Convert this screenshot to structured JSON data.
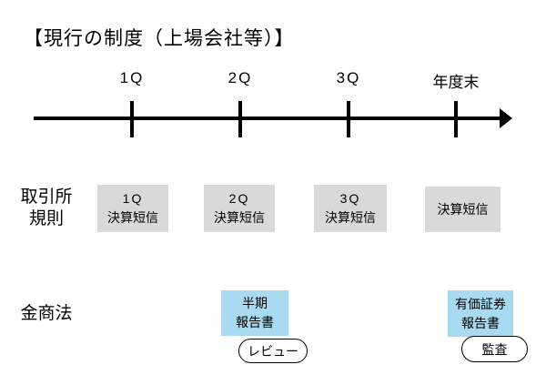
{
  "title": "【現行の制度（上場会社等）】",
  "timeline": {
    "labels": [
      "1Q",
      "2Q",
      "3Q",
      "年度末"
    ]
  },
  "rows": {
    "exchange": {
      "label_lines": [
        "取引所",
        "規則"
      ],
      "boxes": [
        {
          "line1": "1Q",
          "line2": "決算短信"
        },
        {
          "line1": "2Q",
          "line2": "決算短信"
        },
        {
          "line1": "3Q",
          "line2": "決算短信"
        },
        {
          "line1": "決算短信"
        }
      ]
    },
    "fsa": {
      "label": "金商法",
      "boxes": [
        {
          "line1": "半期",
          "line2": "報告書",
          "badge": "レビュー"
        },
        {
          "line1": "有価証券",
          "line2": "報告書",
          "badge": "監査"
        }
      ]
    }
  },
  "colors": {
    "gray_box": "#d9d9d9",
    "blue_box": "#a9dbf0",
    "axis": "#000000"
  }
}
